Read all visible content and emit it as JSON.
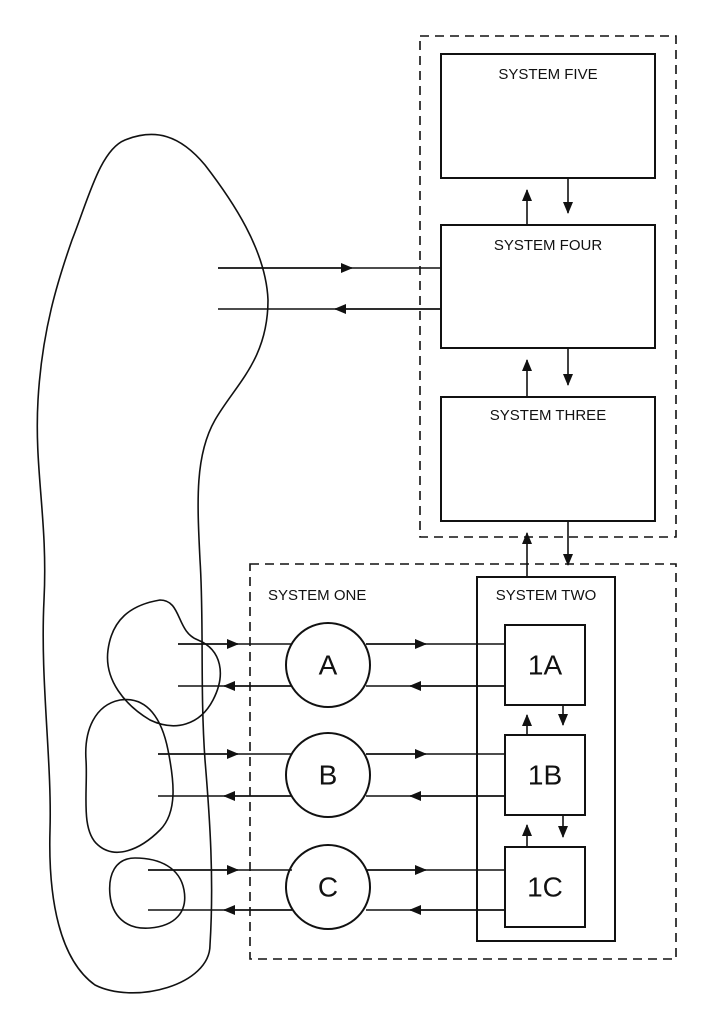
{
  "systems": {
    "five": "SYSTEM FIVE",
    "four": "SYSTEM FOUR",
    "three": "SYSTEM THREE",
    "two": "SYSTEM TWO",
    "one": "SYSTEM ONE"
  },
  "operations": [
    "A",
    "B",
    "C"
  ],
  "units": [
    "1A",
    "1B",
    "1C"
  ]
}
